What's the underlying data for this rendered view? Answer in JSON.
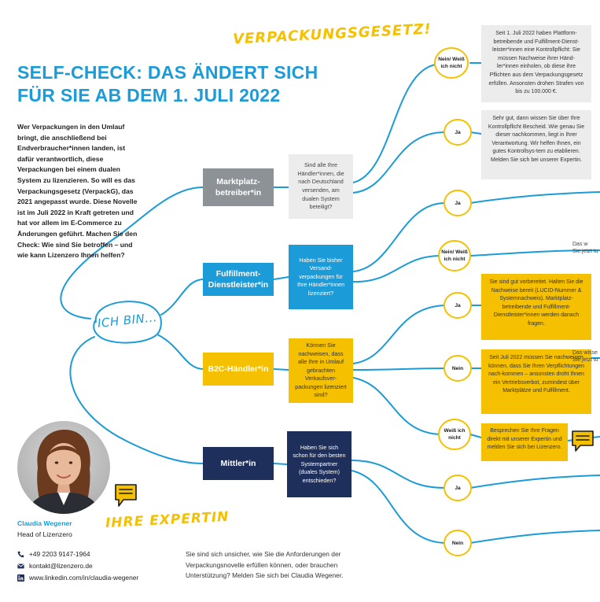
{
  "header": {
    "tag": "VERPACKUNGSGESETZ!",
    "title_line1": "SELF-CHECK: DAS ÄNDERT SICH",
    "title_line2": "FÜR SIE AB DEM 1. JULI 2022"
  },
  "intro": "Wer Verpackungen in den Umlauf bringt, die anschließend bei Endverbraucher*innen landen, ist dafür verantwortlich, diese Verpackungen bei einem dualen System zu lizenzieren. So will es das Verpackungsgesetz (VerpackG), das 2021 angepasst wurde. Diese Novelle ist im Juli 2022 in Kraft getreten und hat vor allem im E-Commerce zu Änderungen geführt. Machen Sie den Check: Wie sind Sie betroffen – und wie kann Lizenzero Ihnen helfen?",
  "start_label": "ICH BIN...",
  "roles": [
    {
      "label": "Marktplatz-betreiber*in"
    },
    {
      "label": "Fulfillment-Dienstleister*in"
    },
    {
      "label": "B2C-Händler*in"
    },
    {
      "label": "Mittler*in"
    }
  ],
  "questions": [
    {
      "text": "Sind alle Ihre Händler*innen, die nach Deutschland versenden, am dualen System beteiligt?"
    },
    {
      "text": "Haben Sie bisher Versand-verpackungen für Ihre Händler*innen lizenziert?"
    },
    {
      "text": "Können Sie nachweisen, dass alle Ihre in Umlauf gebrachten Verkaufsver-packungen lizenziert sind?"
    },
    {
      "text": "Haben Sie sich schon für den besten Systempartner (duales System) entschieden?"
    }
  ],
  "answers": [
    {
      "label": "Nein/ Weiß ich nicht"
    },
    {
      "label": "Ja"
    },
    {
      "label": "Ja"
    },
    {
      "label": "Nein/ Weiß ich nicht"
    },
    {
      "label": "Ja"
    },
    {
      "label": "Nein"
    },
    {
      "label": "Weiß ich nicht"
    },
    {
      "label": "Ja"
    },
    {
      "label": "Nein"
    }
  ],
  "results": [
    {
      "text": "Seit 1. Juli 2022 haben Plattform-betreibende und Fulfillment-Dienst-leister*innen eine Kontrollpflicht: Sie müssen Nachweise ihrer Händ-ler*innen einholen, ob diese ihre Pflichten aus dem Verpackungsgesetz erfüllen. Ansonsten drohen Strafen von bis zu 100.000 €."
    },
    {
      "text": "Sehr gut, dann wissen Sie über Ihre Kontrollpflicht Bescheid. Wie genau Sie dieser nachkommen, liegt in Ihrer Verantwortung. Wir helfen Ihnen, ein gutes Kontrollsys-tem zu etablieren. Melden Sie sich bei unserer Expertin."
    },
    {
      "text": "Sie sind gut vorbereitet. Halten Sie die Nachweise bereit (LUCID-Nummer & Systemnachweis). Marktplatz-betreibende und Fulfillment-Dienstleister*innen werden danach fragen."
    },
    {
      "text": "Seit Juli 2022 müssen Sie nachweisen können, dass Sie Ihren Verpflichtungen nach-kommen – ansonsten droht Ihnen ein Vertriebsverbot, zumindest über Marktplätze und Fulfillment."
    },
    {
      "text": "Besprechen Sie Ihre Fragen direkt mit unserer Expertin und melden Sie sich bei Lizenzero."
    }
  ],
  "edge_texts": [
    {
      "line1": "Das w",
      "line2": "Sie jetzt tu"
    },
    {
      "line1": "Das wisse",
      "line2": "Sie jetzt tu"
    }
  ],
  "expert": {
    "tag": "IHRE EXPERTIN",
    "name": "Claudia Wegener",
    "role": "Head of Lizenzero",
    "phone": "+49 2203 9147-1964",
    "email": "kontakt@lizenzero.de",
    "linkedin": "www.linkedin.com/in/claudia-wegener"
  },
  "bottom_note": "Sie sind sich unsicher, wie Sie die Anforderungen der Verpackungsnovelle erfüllen können, oder brauchen Unterstützung? Melden Sie sich bei Claudia Wegener.",
  "colors": {
    "blue": "#1b9bd7",
    "yellow": "#f5c000",
    "navy": "#1f2f5c",
    "grey": "#8d9296",
    "light_grey": "#ececec"
  },
  "icons": [
    "phone-icon",
    "mail-icon",
    "linkedin-icon",
    "chat-bubble-icon"
  ]
}
